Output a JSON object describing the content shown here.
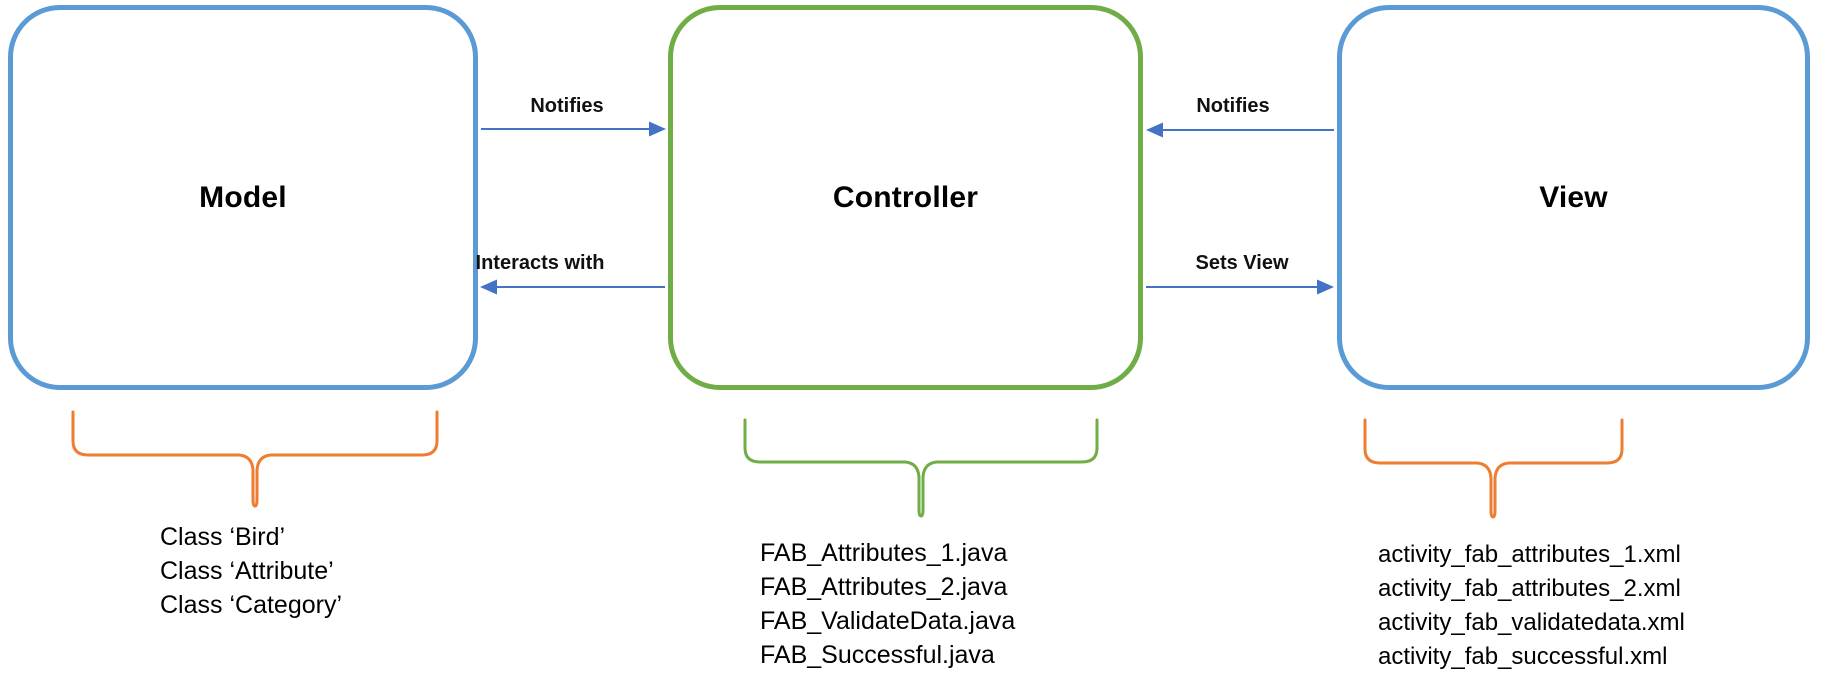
{
  "diagram": {
    "title_hidden": "",
    "boxes": [
      {
        "id": "model",
        "title": "Model",
        "border_color": "#5B9BD5"
      },
      {
        "id": "controller",
        "title": "Controller",
        "border_color": "#70AD47"
      },
      {
        "id": "view",
        "title": "View",
        "border_color": "#5B9BD5"
      }
    ],
    "arrows": [
      {
        "label": "Notifies",
        "from": "Model",
        "to": "Controller",
        "direction": "right"
      },
      {
        "label": "Interacts with",
        "from": "Controller",
        "to": "Model",
        "direction": "left"
      },
      {
        "label": "Notifies",
        "from": "View",
        "to": "Controller",
        "direction": "left"
      },
      {
        "label": "Sets View",
        "from": "Controller",
        "to": "View",
        "direction": "right"
      }
    ],
    "colors": {
      "arrow_blue": "#4472C4",
      "brace_orange": "#ED7D31",
      "brace_green": "#70AD47",
      "box_blue": "#5B9BD5",
      "box_green": "#70AD47",
      "text": "#000000"
    },
    "lists": {
      "model": {
        "items": [
          "Class ‘Bird’",
          "Class ‘Attribute’",
          "Class ‘Category’"
        ]
      },
      "controller": {
        "items": [
          "FAB_Attributes_1.java",
          "FAB_Attributes_2.java",
          "FAB_ValidateData.java",
          "FAB_Successful.java"
        ]
      },
      "view": {
        "items": [
          "activity_fab_attributes_1.xml",
          "activity_fab_attributes_2.xml",
          "activity_fab_validatedata.xml",
          "activity_fab_successful.xml"
        ]
      }
    }
  }
}
